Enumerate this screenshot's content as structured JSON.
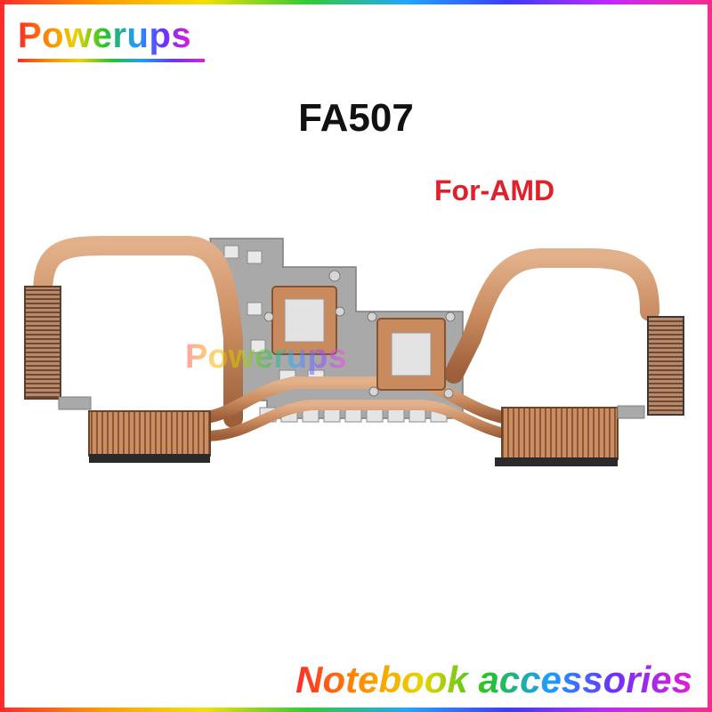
{
  "branding": {
    "logo_text": "Powerups",
    "watermark_text": "Powerups",
    "tagline": "Notebook accessories"
  },
  "product": {
    "model": "FA507",
    "variant": "For-AMD",
    "image_icon": "copper-heatsink-heatpipe-assembly"
  },
  "colors": {
    "variant_text": "#e0202a",
    "model_text": "#111111",
    "copper": "#c98a5e",
    "steel": "#a3a3a3"
  }
}
